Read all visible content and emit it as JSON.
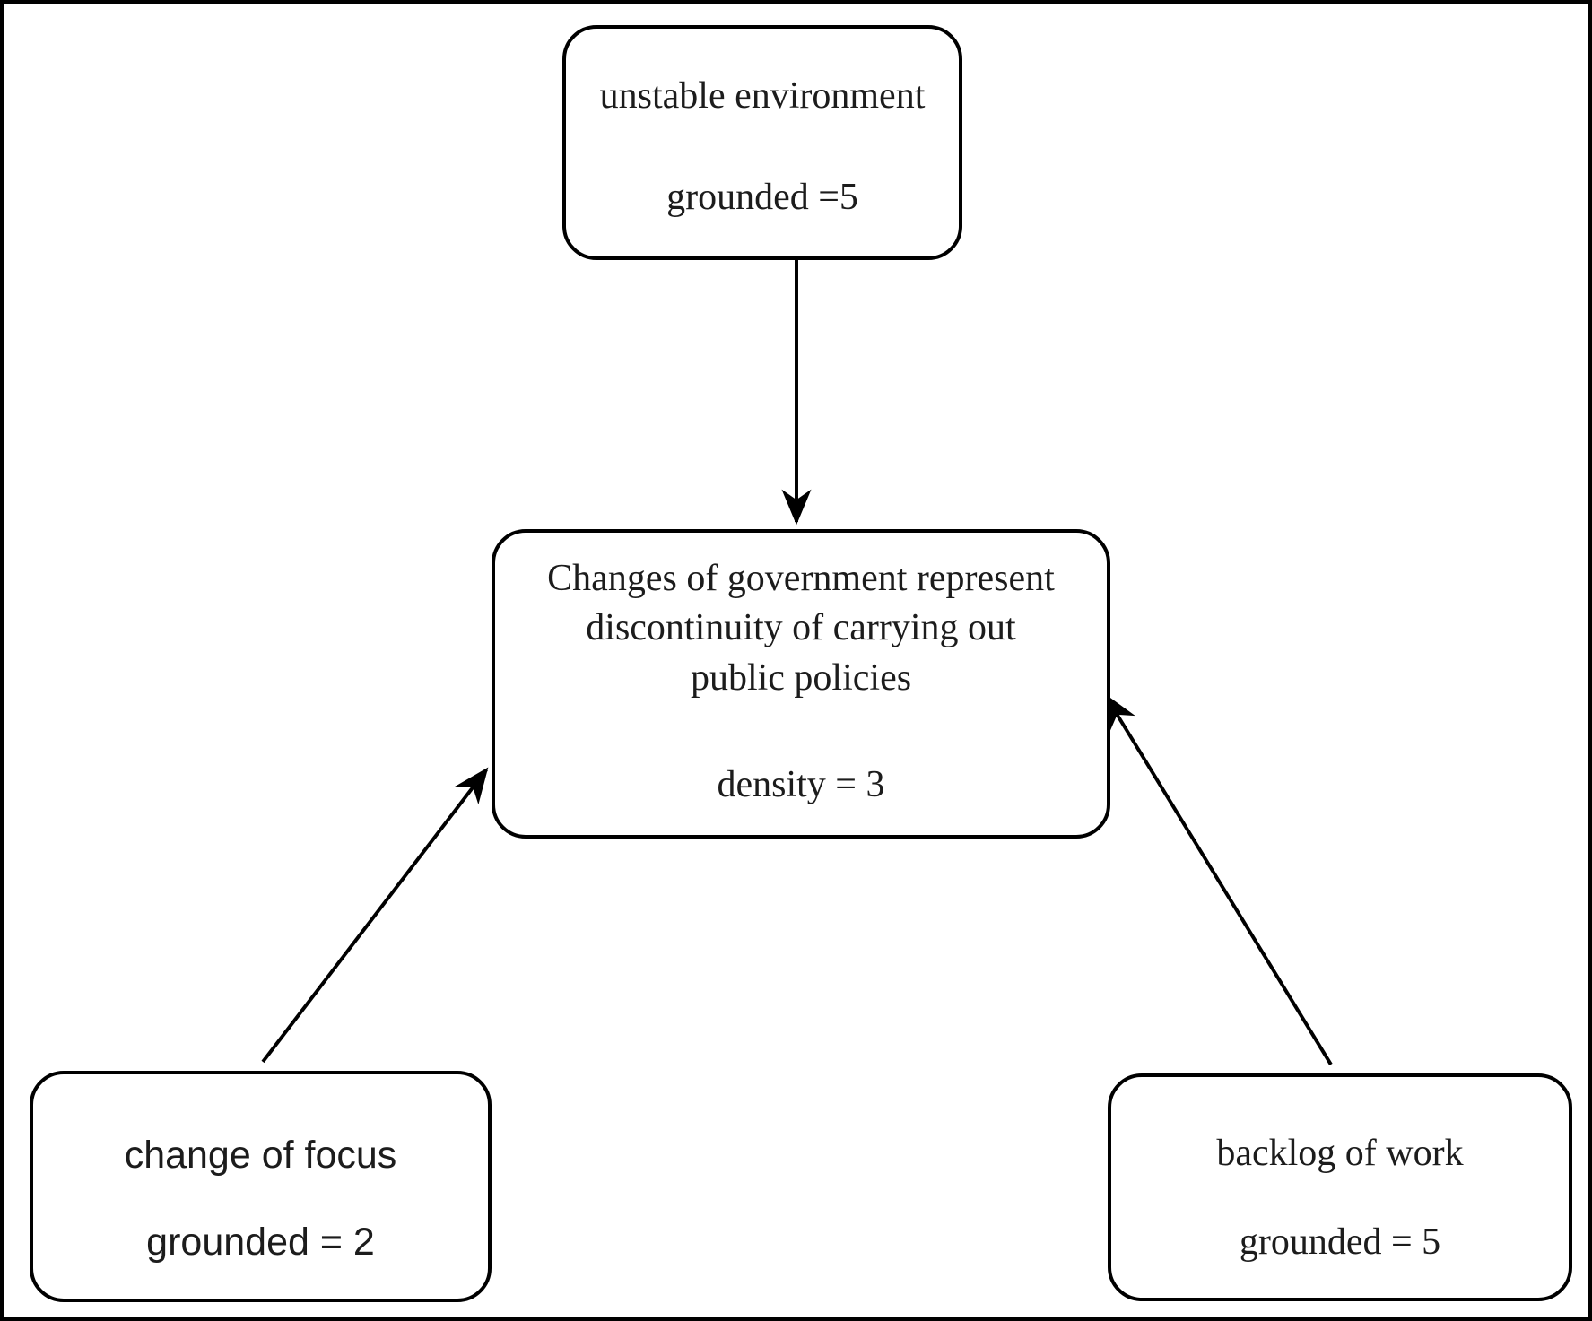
{
  "diagram": {
    "background_color": "#ffffff",
    "line_color": "#000000",
    "text_color": "#1c1c1c",
    "nodes": {
      "unstable": {
        "label": "unstable environment",
        "metric": "grounded =5"
      },
      "changes": {
        "label": "Changes of government represent discontinuity of carrying out public policies",
        "metric": "density = 3"
      },
      "focus": {
        "label": "change of focus",
        "metric": "grounded = 2"
      },
      "backlog": {
        "label": "backlog of work",
        "metric": "grounded = 5"
      }
    },
    "edges": [
      {
        "from": "unstable environment",
        "to": "Changes of government represent discontinuity of carrying out public policies"
      },
      {
        "from": "change of focus",
        "to": "Changes of government represent discontinuity of carrying out public policies"
      },
      {
        "from": "backlog of work",
        "to": "Changes of government represent discontinuity of carrying out public policies"
      }
    ]
  }
}
